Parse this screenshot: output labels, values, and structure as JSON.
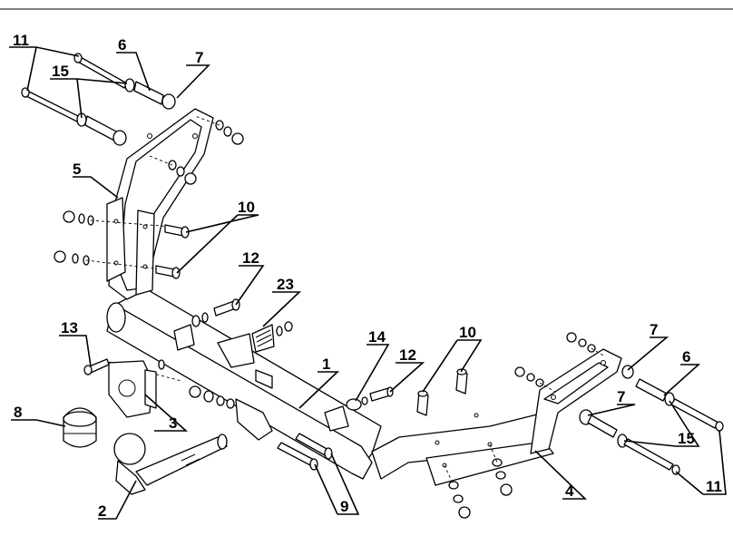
{
  "callouts": {
    "c1": "1",
    "c2": "2",
    "c3": "3",
    "c4": "4",
    "c5": "5",
    "c6_top": "6",
    "c6_right": "6",
    "c7_top": "7",
    "c7_right_top": "7",
    "c7_right_mid": "7",
    "c8": "8",
    "c9": "9",
    "c10_top": "10",
    "c10_mid": "10",
    "c11_top": "11",
    "c11_right": "11",
    "c12_top": "12",
    "c12_mid": "12",
    "c13": "13",
    "c14": "14",
    "c15_top": "15",
    "c15_right": "15",
    "c23": "23"
  }
}
